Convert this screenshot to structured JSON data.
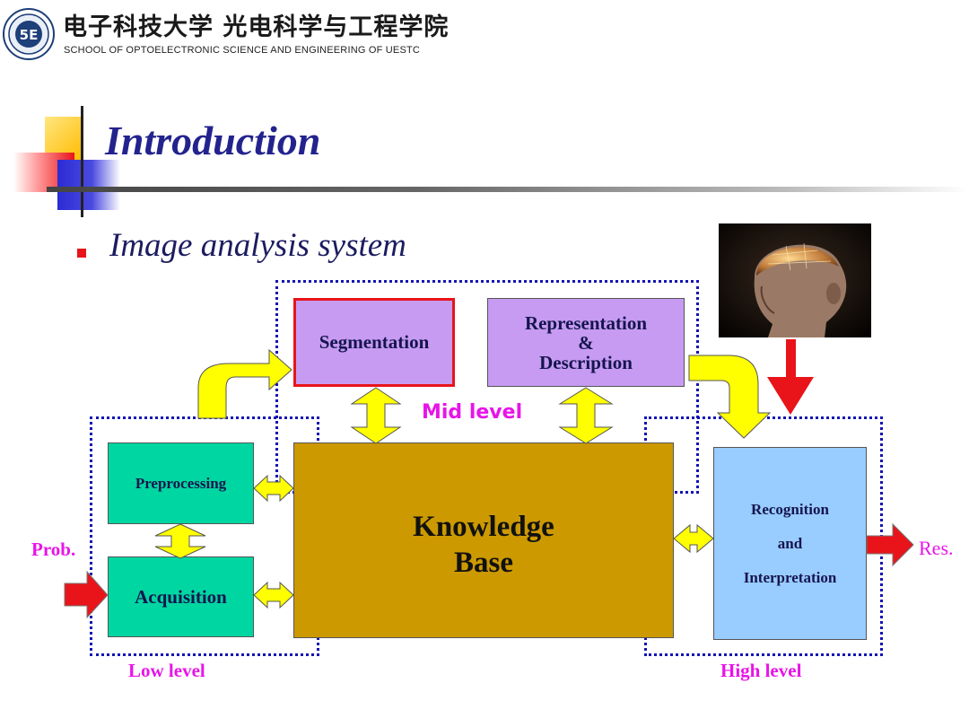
{
  "header": {
    "institution_cn": "电子科技大学 光电科学与工程学院",
    "institution_en": "SCHOOL OF OPTOELECTRONIC SCIENCE AND ENGINEERING OF UESTC",
    "logo_text": "5E"
  },
  "slide": {
    "title": "Introduction",
    "bullet": "Image analysis system"
  },
  "diagram": {
    "boxes": {
      "preprocessing": "Preprocessing",
      "acquisition": "Acquisition",
      "segmentation": "Segmentation",
      "representation": [
        "Representation",
        "&",
        "Description"
      ],
      "knowledge": [
        "Knowledge",
        "Base"
      ],
      "recognition": [
        "Recognition",
        "and",
        "Interpretation"
      ]
    },
    "levels": {
      "low": "Low level",
      "mid": "Mid level",
      "high": "High level"
    },
    "input_label": "Prob.",
    "output_label": "Res."
  },
  "colors": {
    "title": "#23238e",
    "bullet": "#e8141a",
    "green_box": "#00d6a1",
    "purple_box": "#c79bf2",
    "knowledge_box": "#cc9900",
    "blue_box": "#99ccff",
    "arrow_yellow": "#ffff00",
    "arrow_red": "#e8141a",
    "level_label": "#e814e8",
    "region_border": "#1414b4"
  },
  "icons": [
    "university-logo-icon",
    "brain-photo"
  ]
}
